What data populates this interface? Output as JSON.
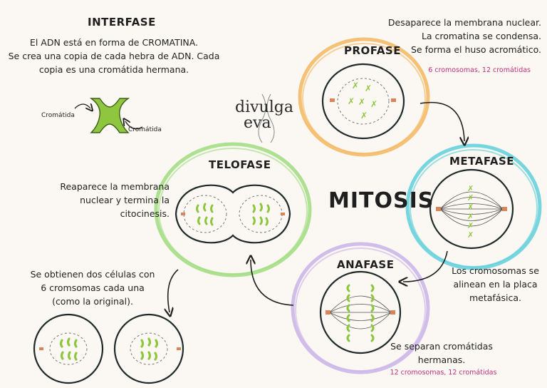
{
  "title": "MITOSIS",
  "logo": {
    "line1": "divulga",
    "line2": "eva"
  },
  "interfase": {
    "title": "INTERFASE",
    "lines": [
      "El ADN está en forma de CROMATINA.",
      "Se crea una copia de cada hebra de ADN. Cada",
      "copia es una cromátida hermana."
    ],
    "label_left": "Cromátida",
    "label_right": "Cromátida"
  },
  "profase": {
    "title": "PROFASE",
    "lines": [
      "Desaparece la membrana nuclear.",
      "La cromatina se condensa.",
      "Se forma el huso acromático."
    ],
    "count": "6 cromosomas, 12 cromátidas",
    "ring_color": "#f3b75f"
  },
  "metafase": {
    "title": "METAFASE",
    "lines": [
      "Los cromosomas se",
      "alinean en la placa",
      "metafásica."
    ],
    "ring_color": "#5ecfd9"
  },
  "anafase": {
    "title": "ANAFASE",
    "lines": [
      "Se separan cromátidas",
      "hermanas."
    ],
    "count": "12 cromosomas, 12 cromátidas",
    "ring_color": "#c9b3e8"
  },
  "telofase": {
    "title": "TELOFASE",
    "lines": [
      "Reaparece la membrana",
      "nuclear y termina la",
      "citocinesis."
    ],
    "ring_color": "#9fdc7e"
  },
  "resultado": {
    "lines": [
      "Se obtienen dos células con",
      "6 cromsomas cada una",
      "(como la original)."
    ]
  },
  "colors": {
    "chromatid": "#8ec63f",
    "centrosome": "#d9845a",
    "cell": "#1f2a2a"
  }
}
